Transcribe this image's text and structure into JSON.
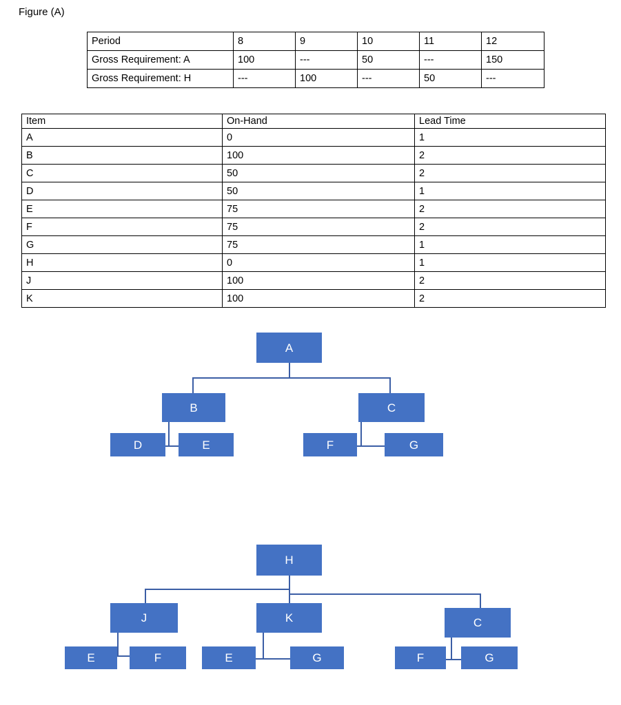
{
  "figure": {
    "caption": "Figure (A)"
  },
  "gross_requirement_table": {
    "rows": [
      {
        "label": "Period",
        "values": [
          "8",
          "9",
          "10",
          "11",
          "12"
        ]
      },
      {
        "label": "Gross Requirement: A",
        "values": [
          "100",
          "---",
          "50",
          "---",
          "150"
        ]
      },
      {
        "label": "Gross Requirement: H",
        "values": [
          "---",
          "100",
          "---",
          "50",
          "---"
        ]
      }
    ]
  },
  "item_table": {
    "headers": [
      "Item",
      "On-Hand",
      "Lead Time"
    ],
    "rows": [
      {
        "item": "A",
        "on_hand": "0",
        "lead_time": "1"
      },
      {
        "item": "B",
        "on_hand": "100",
        "lead_time": "2"
      },
      {
        "item": "C",
        "on_hand": "50",
        "lead_time": "2"
      },
      {
        "item": "D",
        "on_hand": "50",
        "lead_time": "1"
      },
      {
        "item": "E",
        "on_hand": "75",
        "lead_time": "2"
      },
      {
        "item": "F",
        "on_hand": "75",
        "lead_time": "2"
      },
      {
        "item": "G",
        "on_hand": "75",
        "lead_time": "1"
      },
      {
        "item": "H",
        "on_hand": "0",
        "lead_time": "1"
      },
      {
        "item": "J",
        "on_hand": "100",
        "lead_time": "2"
      },
      {
        "item": "K",
        "on_hand": "100",
        "lead_time": "2"
      }
    ]
  },
  "colors": {
    "node_fill": "#4472C4",
    "node_text": "#FFFFFF",
    "connector": "#3B5EA5",
    "table_border": "#000000"
  },
  "diagram_a": {
    "root": "A",
    "nodes": [
      {
        "label": "A",
        "level": 0
      },
      {
        "label": "B",
        "level": 1
      },
      {
        "label": "C",
        "level": 1
      },
      {
        "label": "D",
        "level": 2
      },
      {
        "label": "E",
        "level": 2
      },
      {
        "label": "F",
        "level": 2
      },
      {
        "label": "G",
        "level": 2
      }
    ],
    "edges": [
      {
        "from": "A",
        "to": "B"
      },
      {
        "from": "A",
        "to": "C"
      },
      {
        "from": "B",
        "to": "D"
      },
      {
        "from": "B",
        "to": "E"
      },
      {
        "from": "C",
        "to": "F"
      },
      {
        "from": "C",
        "to": "G"
      }
    ]
  },
  "diagram_h": {
    "root": "H",
    "nodes": [
      {
        "label": "H",
        "level": 0
      },
      {
        "label": "J",
        "level": 1
      },
      {
        "label": "K",
        "level": 1
      },
      {
        "label": "C",
        "level": 1
      },
      {
        "label": "E",
        "level": 2
      },
      {
        "label": "F",
        "level": 2
      },
      {
        "label": "E",
        "level": 2
      },
      {
        "label": "G",
        "level": 2
      },
      {
        "label": "F",
        "level": 2
      },
      {
        "label": "G",
        "level": 2
      }
    ],
    "edges": [
      {
        "from": "H",
        "to": "J"
      },
      {
        "from": "H",
        "to": "K"
      },
      {
        "from": "H",
        "to": "C"
      },
      {
        "from": "J",
        "to": "E"
      },
      {
        "from": "J",
        "to": "F"
      },
      {
        "from": "K",
        "to": "E"
      },
      {
        "from": "K",
        "to": "G"
      },
      {
        "from": "C",
        "to": "F"
      },
      {
        "from": "C",
        "to": "G"
      }
    ]
  }
}
